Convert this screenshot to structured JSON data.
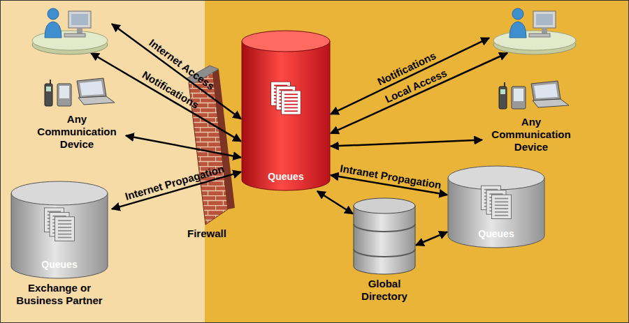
{
  "diagram": {
    "nodes": [
      {
        "text": []
      },
      {
        "text": []
      },
      {
        "text": [
          "Queues"
        ]
      },
      {
        "text": [
          "Any Communication Device"
        ]
      },
      {
        "text": [
          "Any Communication Device"
        ]
      },
      {
        "text": [
          "Queues",
          "Exchange or Business Partner"
        ]
      },
      {
        "text": [
          "Global Directory"
        ]
      },
      {
        "text": [
          "Queues"
        ]
      }
    ],
    "edges": [
      {
        "from": 0,
        "to": 2,
        "label": "Internet Access",
        "arrow": "both"
      },
      {
        "from": 2,
        "to": 0,
        "label": "Notifications",
        "arrow": "both"
      },
      {
        "from": 2,
        "to": 3,
        "arrow": "both"
      },
      {
        "from": 2,
        "to": 5,
        "label": "Internet Propagation",
        "arrow": "both"
      },
      {
        "from": 2,
        "to": 1,
        "label": "Notifications",
        "arrow": "both"
      },
      {
        "from": 2,
        "to": 1,
        "label": "Local Access",
        "arrow": "both"
      },
      {
        "from": 2,
        "to": 4,
        "arrow": "both"
      },
      {
        "from": 2,
        "to": 7,
        "label": "Intranet Propagation",
        "arrow": "both"
      },
      {
        "from": 2,
        "to": 6,
        "arrow": "both"
      },
      {
        "from": 6,
        "to": 7,
        "arrow": "both"
      }
    ],
    "labels": [
      "Firewall"
    ]
  }
}
